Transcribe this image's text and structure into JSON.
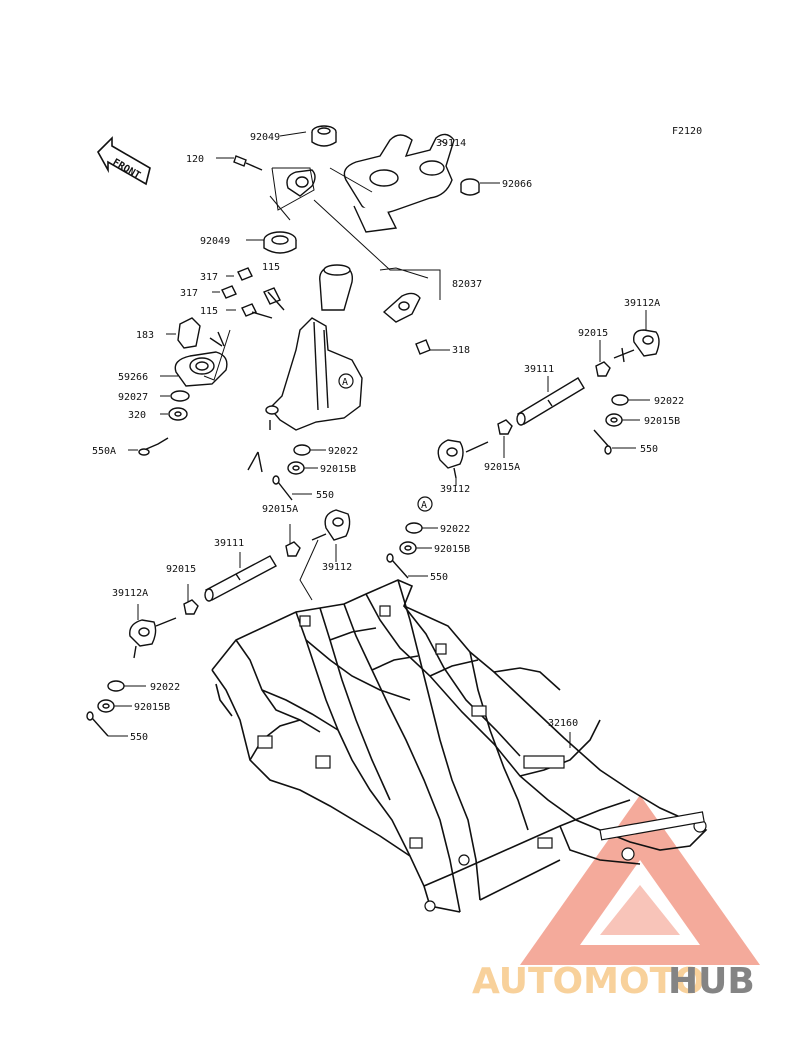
{
  "diagram": {
    "figure_code": "F2120",
    "front_label": "FRONT",
    "part_labels": [
      "92049",
      "120",
      "39114",
      "92066",
      "92049",
      "317",
      "115",
      "317",
      "82037",
      "115",
      "183",
      "318",
      "59266",
      "92027",
      "320",
      "550A",
      "A",
      "92022",
      "92015B",
      "550",
      "39112A",
      "92015",
      "39111",
      "92022",
      "92015B",
      "550",
      "92015A",
      "39112",
      "A",
      "92022",
      "92015B",
      "550",
      "92015A",
      "39111",
      "39112",
      "92015",
      "39112A",
      "92022",
      "92015B",
      "550",
      "32160"
    ]
  },
  "watermark": {
    "text_part1": "AUTOMOTO",
    "text_part2": "HUB",
    "color_primary": "#f39c8a",
    "color_accent": "#f7c98a",
    "color_dark": "#6f6f6f"
  },
  "colors": {
    "ink": "#111111",
    "background": "#ffffff"
  }
}
